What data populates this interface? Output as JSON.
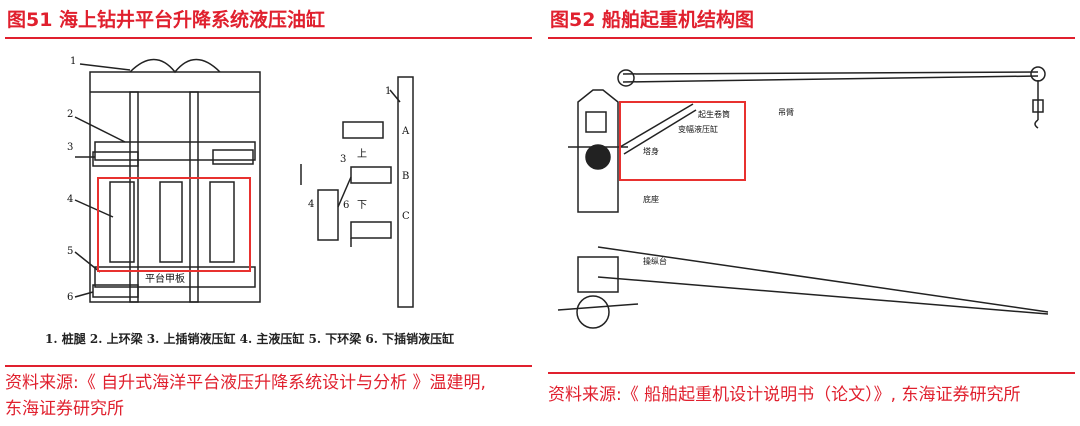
{
  "figure51": {
    "title": "图51  海上钻井平台升降系统液压油缸",
    "diagram_labels": {
      "n1": "1",
      "n2": "2",
      "n3": "3",
      "n4": "4",
      "n5": "5",
      "n6": "6",
      "deck": "平台甲板",
      "r1": "1",
      "A": "A",
      "B": "B",
      "C": "C",
      "r3": "3",
      "up": "上",
      "r4": "4",
      "r6": "6",
      "down": "下"
    },
    "caption": "1. 桩腿  2. 上环梁  3. 上插销液压缸  4. 主液压缸  5. 下环梁  6. 下插销液压缸",
    "source_line1": "资料来源:《 自升式海洋平台液压升降系统设计与分析 》温建明,",
    "source_line2": "东海证券研究所"
  },
  "figure52": {
    "title": "图52  船舶起重机结构图",
    "diagram_labels": {
      "drum": "起生卷筒",
      "boom": "吊臂",
      "luffing_cylinder": "变幅液压缸",
      "tower": "塔身",
      "base": "底座",
      "console": "操纵台"
    },
    "source": "资料来源:《 船舶起重机设计说明书（论文）》, 东海证券研究所"
  },
  "colors": {
    "accent": "#e0202e",
    "highlight_box": "#e8312f"
  }
}
